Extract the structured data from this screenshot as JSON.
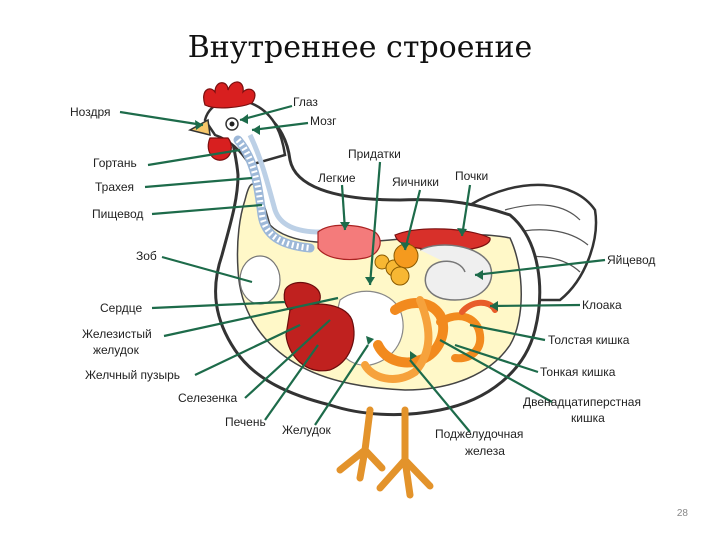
{
  "title": "Внутреннее строение",
  "page_number": "28",
  "labels": [
    {
      "id": "nozdrya",
      "text": "Ноздря"
    },
    {
      "id": "glaz",
      "text": "Глаз"
    },
    {
      "id": "mozg",
      "text": "Мозг"
    },
    {
      "id": "gortan",
      "text": "Гортань"
    },
    {
      "id": "traheya",
      "text": "Трахея"
    },
    {
      "id": "pishchevod",
      "text": "Пищевод"
    },
    {
      "id": "pridatki",
      "text": "Придатки"
    },
    {
      "id": "legkie",
      "text": "Легкие"
    },
    {
      "id": "yaichniki",
      "text": "Яичники"
    },
    {
      "id": "pochki",
      "text": "Почки"
    },
    {
      "id": "zob",
      "text": "Зоб"
    },
    {
      "id": "yaytsevod",
      "text": "Яйцевод"
    },
    {
      "id": "serdce",
      "text": "Сердце"
    },
    {
      "id": "kloaka",
      "text": "Клоака"
    },
    {
      "id": "zhelezisty",
      "text": "Железистый"
    },
    {
      "id": "zheludok_word",
      "text": "желудок"
    },
    {
      "id": "tolstaya",
      "text": "Толстая кишка"
    },
    {
      "id": "zhelchny",
      "text": "Желчный пузырь"
    },
    {
      "id": "tonkaya",
      "text": "Тонкая кишка"
    },
    {
      "id": "selezenka",
      "text": "Селезенка"
    },
    {
      "id": "dvenad1",
      "text": "Двенадцатиперстная"
    },
    {
      "id": "dvenad2",
      "text": "кишка"
    },
    {
      "id": "pechen",
      "text": "Печень"
    },
    {
      "id": "zheludok",
      "text": "Желудок"
    },
    {
      "id": "podzhel1",
      "text": "Поджелудочная"
    },
    {
      "id": "podzhel2",
      "text": "железа"
    }
  ],
  "colors": {
    "leader": "#1d6b4a",
    "comb": "#d81f1f",
    "liver": "#c0211f",
    "intestine": "#f28a1e",
    "body_fill": "#fffbe0",
    "outline": "#333333",
    "leg": "#f2a531"
  }
}
